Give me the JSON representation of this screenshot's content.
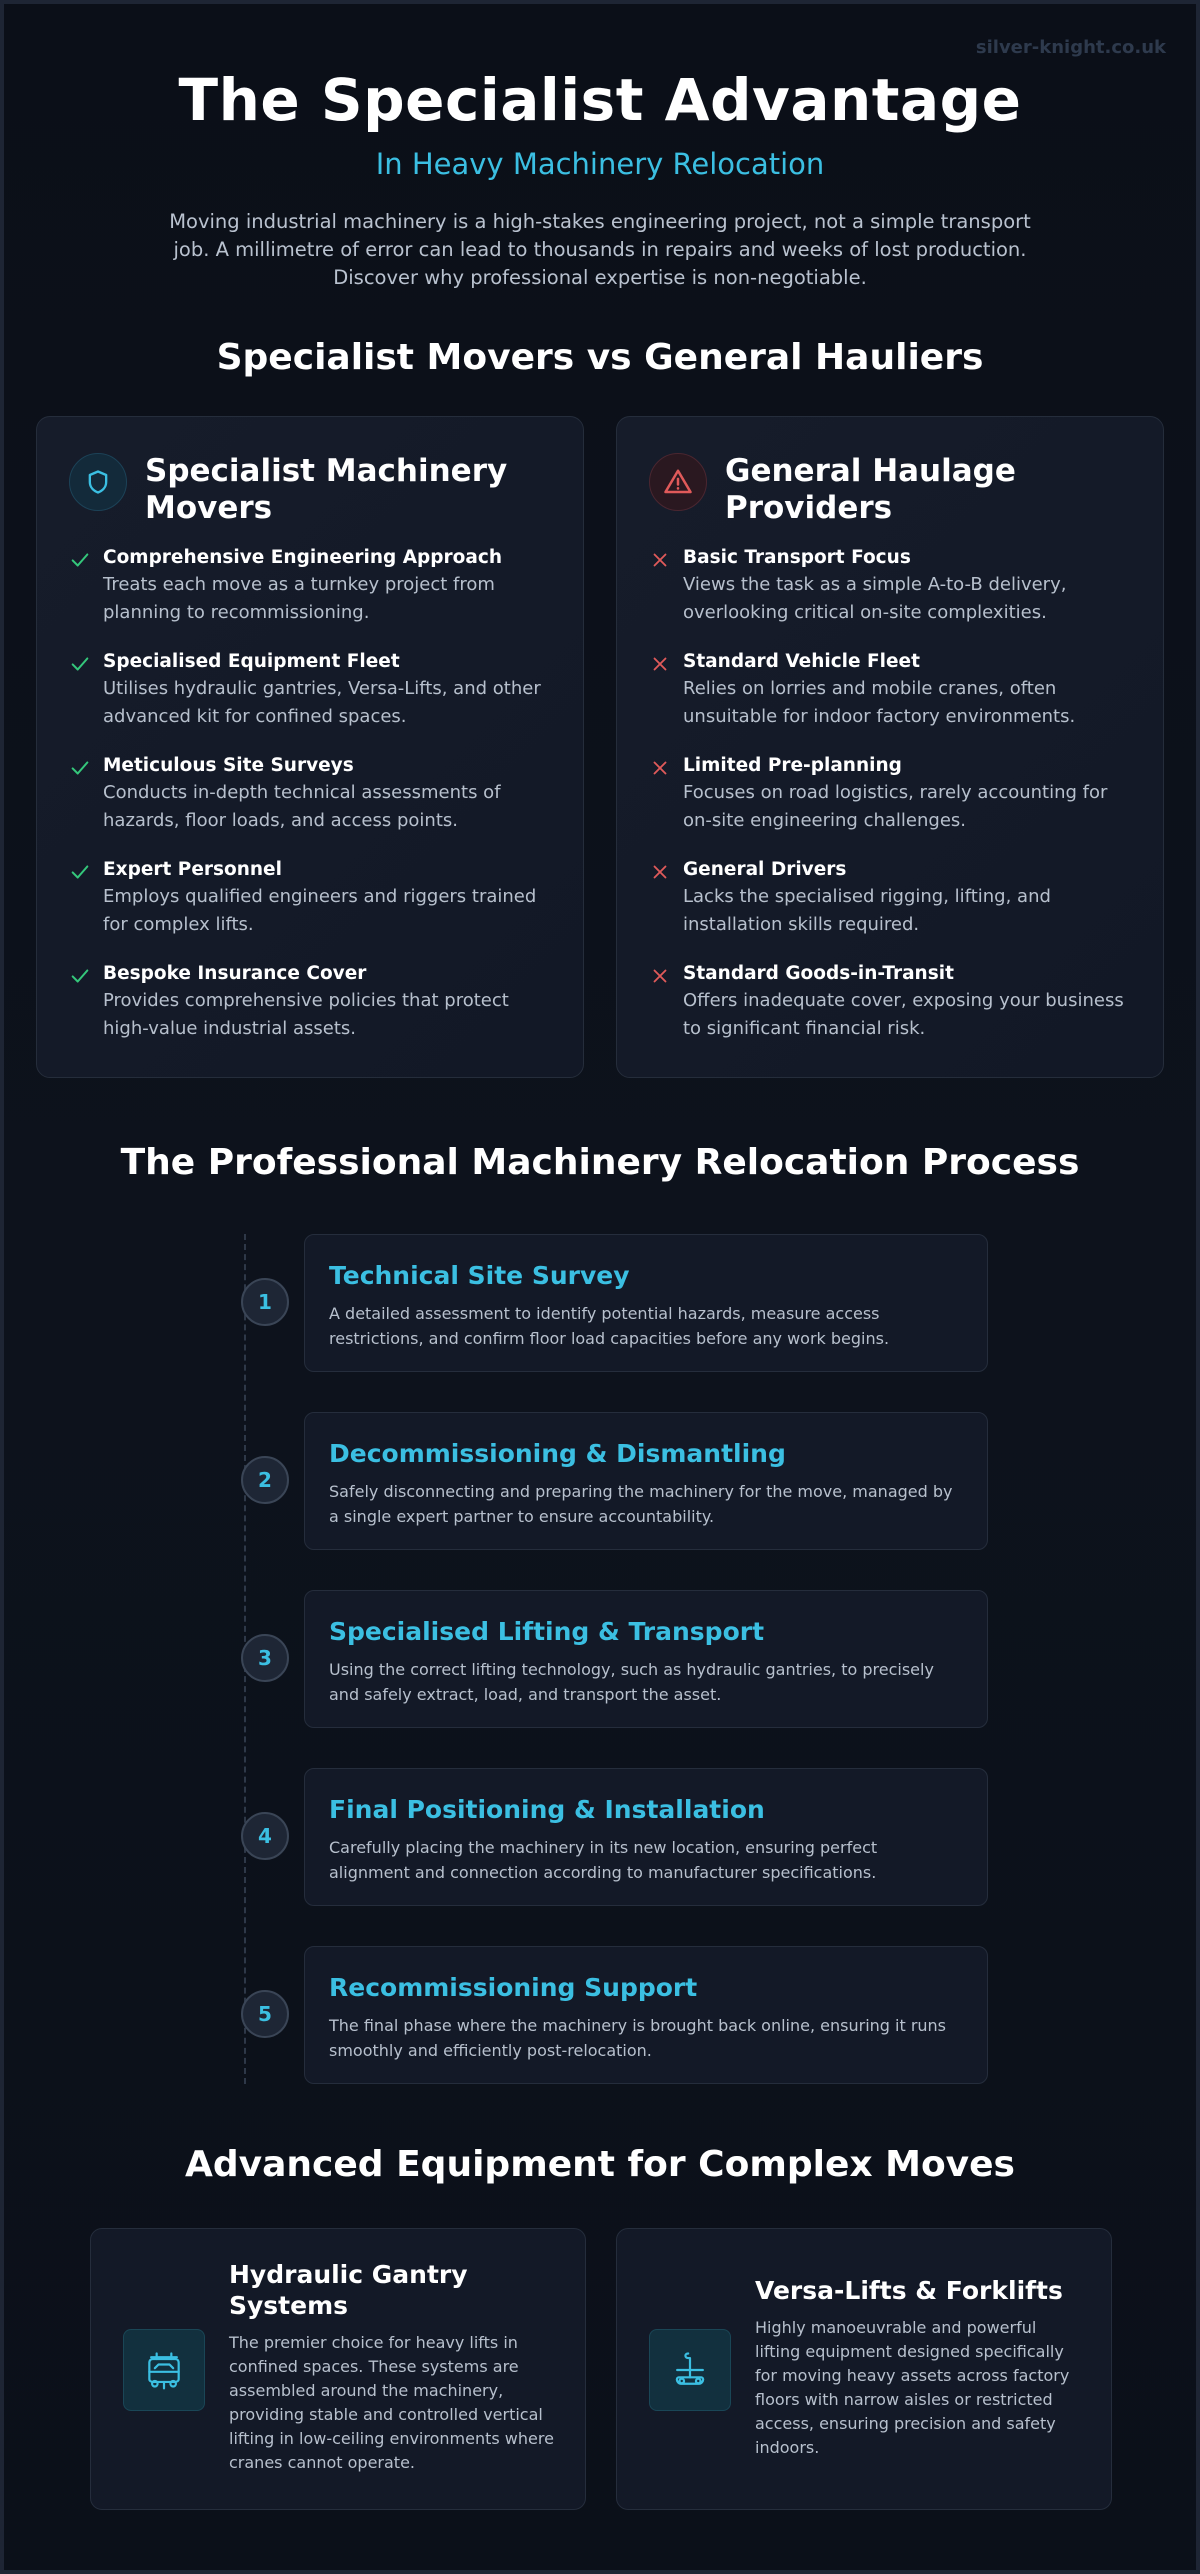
{
  "watermark": "silver-knight.co.uk",
  "hero": {
    "title": "The Specialist Advantage",
    "subtitle": "In Heavy Machinery Relocation",
    "description": "Moving industrial machinery is a high-stakes engineering project, not a simple transport job. A millimetre of error can lead to thousands in repairs and weeks of lost production. Discover why professional expertise is non-negotiable."
  },
  "comparison": {
    "section_title": "Specialist Movers vs General Hauliers",
    "specialist": {
      "title": "Specialist Machinery Movers",
      "icon": "shield-icon",
      "items": [
        {
          "title": "Comprehensive Engineering Approach",
          "text": "Treats each move as a turnkey project from planning to recommissioning."
        },
        {
          "title": "Specialised Equipment Fleet",
          "text": "Utilises hydraulic gantries, Versa-Lifts, and other advanced kit for confined spaces."
        },
        {
          "title": "Meticulous Site Surveys",
          "text": "Conducts in-depth technical assessments of hazards, floor loads, and access points."
        },
        {
          "title": "Expert Personnel",
          "text": "Employs qualified engineers and riggers trained for complex lifts."
        },
        {
          "title": "Bespoke Insurance Cover",
          "text": "Provides comprehensive policies that protect high-value industrial assets."
        }
      ]
    },
    "general": {
      "title": "General Haulage Providers",
      "icon": "warning-icon",
      "items": [
        {
          "title": "Basic Transport Focus",
          "text": "Views the task as a simple A-to-B delivery, overlooking critical on-site complexities."
        },
        {
          "title": "Standard Vehicle Fleet",
          "text": "Relies on lorries and mobile cranes, often unsuitable for indoor factory environments."
        },
        {
          "title": "Limited Pre-planning",
          "text": "Focuses on road logistics, rarely accounting for on-site engineering challenges."
        },
        {
          "title": "General Drivers",
          "text": "Lacks the specialised rigging, lifting, and installation skills required."
        },
        {
          "title": "Standard Goods-in-Transit",
          "text": "Offers inadequate cover, exposing your business to significant financial risk."
        }
      ]
    }
  },
  "process": {
    "section_title": "The Professional Machinery Relocation Process",
    "steps": [
      {
        "number": "1",
        "title": "Technical Site Survey",
        "text": "A detailed assessment to identify potential hazards, measure access restrictions, and confirm floor load capacities before any work begins."
      },
      {
        "number": "2",
        "title": "Decommissioning & Dismantling",
        "text": "Safely disconnecting and preparing the machinery for the move, managed by a single expert partner to ensure accountability."
      },
      {
        "number": "3",
        "title": "Specialised Lifting & Transport",
        "text": "Using the correct lifting technology, such as hydraulic gantries, to precisely and safely extract, load, and transport the asset."
      },
      {
        "number": "4",
        "title": "Final Positioning & Installation",
        "text": "Carefully placing the machinery in its new location, ensuring perfect alignment and connection according to manufacturer specifications."
      },
      {
        "number": "5",
        "title": "Recommissioning Support",
        "text": "The final phase where the machinery is brought back online, ensuring it runs smoothly and efficiently post-relocation."
      }
    ]
  },
  "equipment": {
    "section_title": "Advanced Equipment for Complex Moves",
    "items": [
      {
        "title": "Hydraulic Gantry Systems",
        "icon": "gantry-icon",
        "text": "The premier choice for heavy lifts in confined spaces. These systems are assembled around the machinery, providing stable and controlled vertical lifting in low-ceiling environments where cranes cannot operate."
      },
      {
        "title": "Versa-Lifts & Forklifts",
        "icon": "lift-icon",
        "text": "Highly manoeuvrable and powerful lifting equipment designed specifically for moving heavy assets across factory floors with narrow aisles or restricted access, ensuring precision and safety indoors."
      }
    ]
  },
  "colors": {
    "accent": "#3bbfe2",
    "check": "#34c77b",
    "cross": "#e05a5a",
    "background": "#0b101a"
  }
}
